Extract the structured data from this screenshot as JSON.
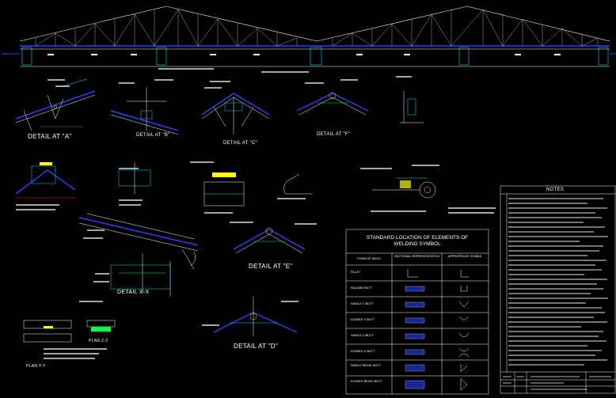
{
  "details": [
    {
      "id": "detail-a",
      "label": "DETAIL AT \"A\""
    },
    {
      "id": "detail-b",
      "label": "DETAIL AT \"B\""
    },
    {
      "id": "detail-c",
      "label": "DETAIL AT \"C\""
    },
    {
      "id": "detail-f",
      "label": "DETAIL AT \"F\""
    },
    {
      "id": "detail-xx",
      "label": "DETAIL X-X"
    },
    {
      "id": "detail-e",
      "label": "DETAIL AT \"E\""
    },
    {
      "id": "detail-d",
      "label": "DETAIL AT \"D\""
    },
    {
      "id": "plan-yy",
      "label": "PLAN Y-Y"
    },
    {
      "id": "plan-zz",
      "label": "PLAN Z-Z"
    }
  ],
  "welding_table": {
    "title_line1": "STANDARD LOCATION OF ELEMENTS OF",
    "title_line2": "WELDING SYMBOL",
    "headers": [
      "FORM OF WELD",
      "SECTIONAL REPRESENTATION",
      "APPROPRIATE SYMBOL"
    ],
    "rows": [
      "FILLET",
      "SQUARE BUTT",
      "SINGLE V BUTT",
      "DOUBLE V BUTT",
      "SINGLE U BUTT",
      "DOUBLE U BUTT",
      "SINGLE BEVEL BUTT",
      "DOUBLE BEVEL BUTT"
    ]
  },
  "notes": {
    "title": "NOTES"
  },
  "colors": {
    "background": "#000000",
    "primary_line": "#ffffff",
    "member_blue": "#2a3cff",
    "accent_cyan": "#00e5ff",
    "accent_yellow": "#ffff00",
    "accent_green": "#00ff40",
    "accent_red": "#ff2020"
  }
}
